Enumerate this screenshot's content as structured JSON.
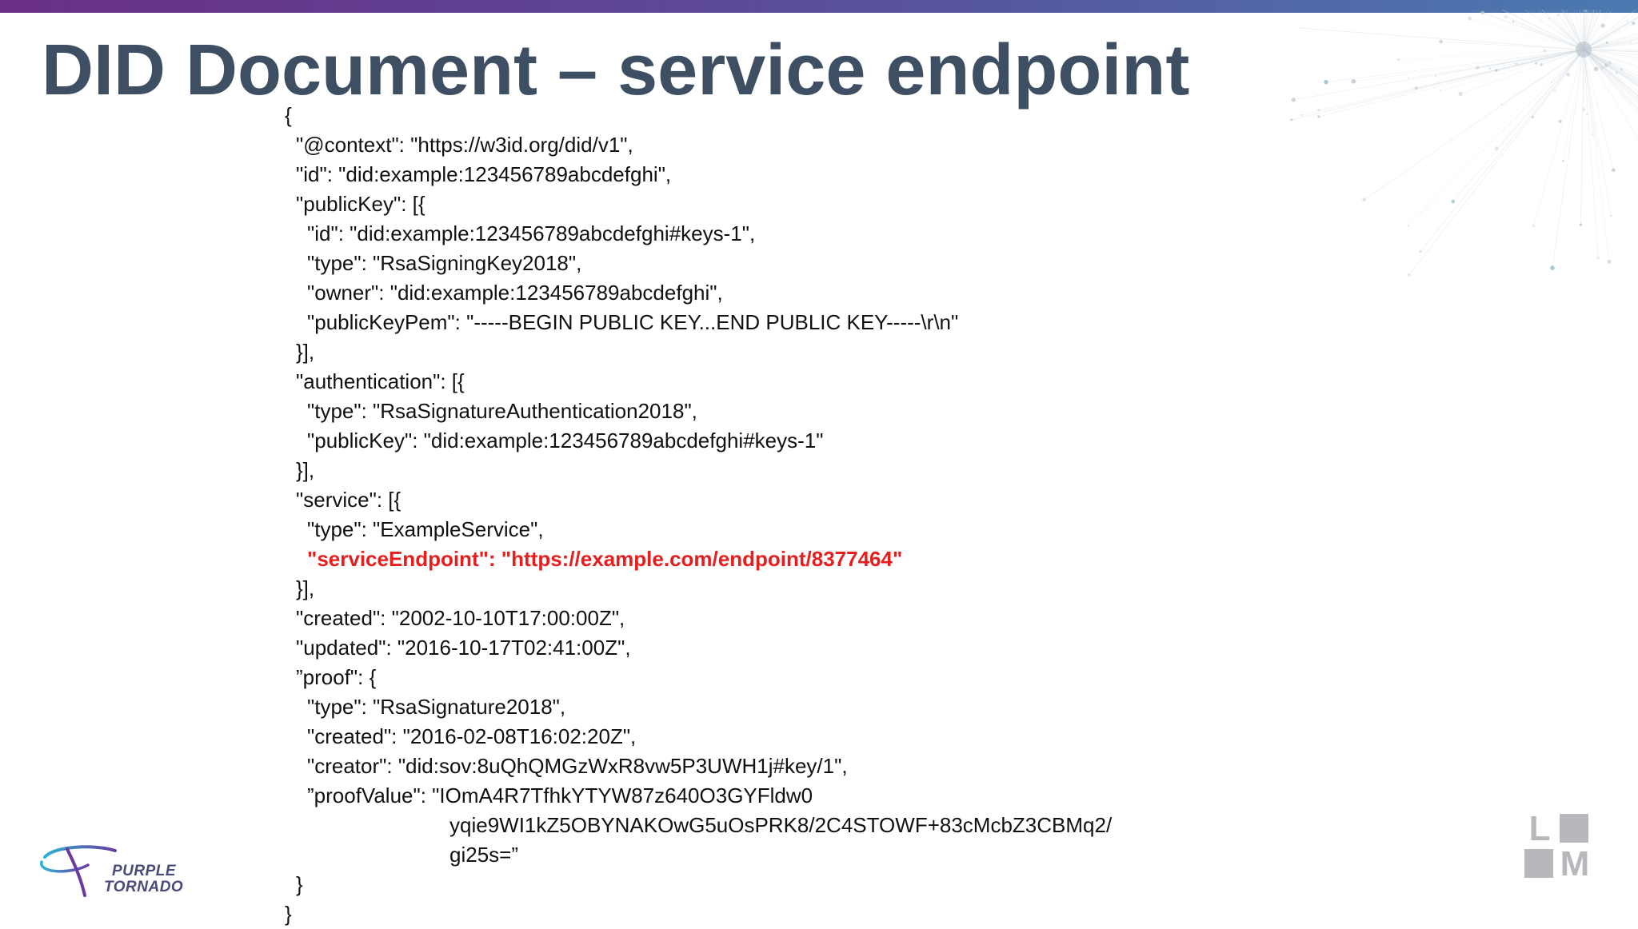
{
  "slide": {
    "title": "DID Document – service endpoint"
  },
  "code_lines": [
    {
      "text": "{",
      "indent": 0,
      "highlight": false
    },
    {
      "text": "\"@context\": \"https://w3id.org/did/v1\",",
      "indent": 1,
      "highlight": false
    },
    {
      "text": "\"id\": \"did:example:123456789abcdefghi\",",
      "indent": 1,
      "highlight": false
    },
    {
      "text": "\"publicKey\": [{",
      "indent": 1,
      "highlight": false
    },
    {
      "text": "\"id\": \"did:example:123456789abcdefghi#keys-1\",",
      "indent": 2,
      "highlight": false
    },
    {
      "text": "\"type\": \"RsaSigningKey2018\",",
      "indent": 2,
      "highlight": false
    },
    {
      "text": "\"owner\": \"did:example:123456789abcdefghi\",",
      "indent": 2,
      "highlight": false
    },
    {
      "text": "\"publicKeyPem\": \"-----BEGIN PUBLIC KEY...END PUBLIC KEY-----\\r\\n\"",
      "indent": 2,
      "highlight": false
    },
    {
      "text": "}],",
      "indent": 1,
      "highlight": false
    },
    {
      "text": "\"authentication\": [{",
      "indent": 1,
      "highlight": false
    },
    {
      "text": "\"type\": \"RsaSignatureAuthentication2018\",",
      "indent": 2,
      "highlight": false
    },
    {
      "text": "\"publicKey\": \"did:example:123456789abcdefghi#keys-1\"",
      "indent": 2,
      "highlight": false
    },
    {
      "text": "}],",
      "indent": 1,
      "highlight": false
    },
    {
      "text": "\"service\": [{",
      "indent": 1,
      "highlight": false
    },
    {
      "text": "\"type\": \"ExampleService\",",
      "indent": 2,
      "highlight": false
    },
    {
      "text": "\"serviceEndpoint\": \"https://example.com/endpoint/8377464\"",
      "indent": 2,
      "highlight": true
    },
    {
      "text": "}],",
      "indent": 1,
      "highlight": false
    },
    {
      "text": "\"created\": \"2002-10-10T17:00:00Z\",",
      "indent": 1,
      "highlight": false
    },
    {
      "text": "\"updated\": \"2016-10-17T02:41:00Z\",",
      "indent": 1,
      "highlight": false
    },
    {
      "text": "”proof\": {",
      "indent": 1,
      "highlight": false
    },
    {
      "text": "\"type\": \"RsaSignature2018\",",
      "indent": 2,
      "highlight": false
    },
    {
      "text": "\"created\": \"2016-02-08T16:02:20Z\",",
      "indent": 2,
      "highlight": false
    },
    {
      "text": "\"creator\": \"did:sov:8uQhQMGzWxR8vw5P3UWH1j#key/1\",",
      "indent": 2,
      "highlight": false
    },
    {
      "text": "”proofValue\": \"IOmA4R7TfhkYTYW87z640O3GYFldw0",
      "indent": 2,
      "highlight": false
    },
    {
      "text": "yqie9WI1kZ5OBYNAKOwG5uOsPRK8/2C4STOWF+83cMcbZ3CBMq2/",
      "indent": 3,
      "highlight": false
    },
    {
      "text": "gi25s=”",
      "indent": 3,
      "highlight": false
    },
    {
      "text": "}",
      "indent": 1,
      "highlight": false
    },
    {
      "text": "}",
      "indent": 0,
      "highlight": false
    }
  ],
  "logos": {
    "left": {
      "line1": "PURPLE",
      "line2": "TORNADO",
      "icon": "tornado-swirl-icon"
    },
    "right": {
      "letter1": "L",
      "letter2": "M",
      "icon": "lm-logo-icon"
    }
  },
  "colors": {
    "title": "#3f4f63",
    "code_text": "#111111",
    "highlight": "#e81d1d",
    "top_bar_start": "#6a2f86",
    "top_bar_end": "#4a7ab0"
  }
}
